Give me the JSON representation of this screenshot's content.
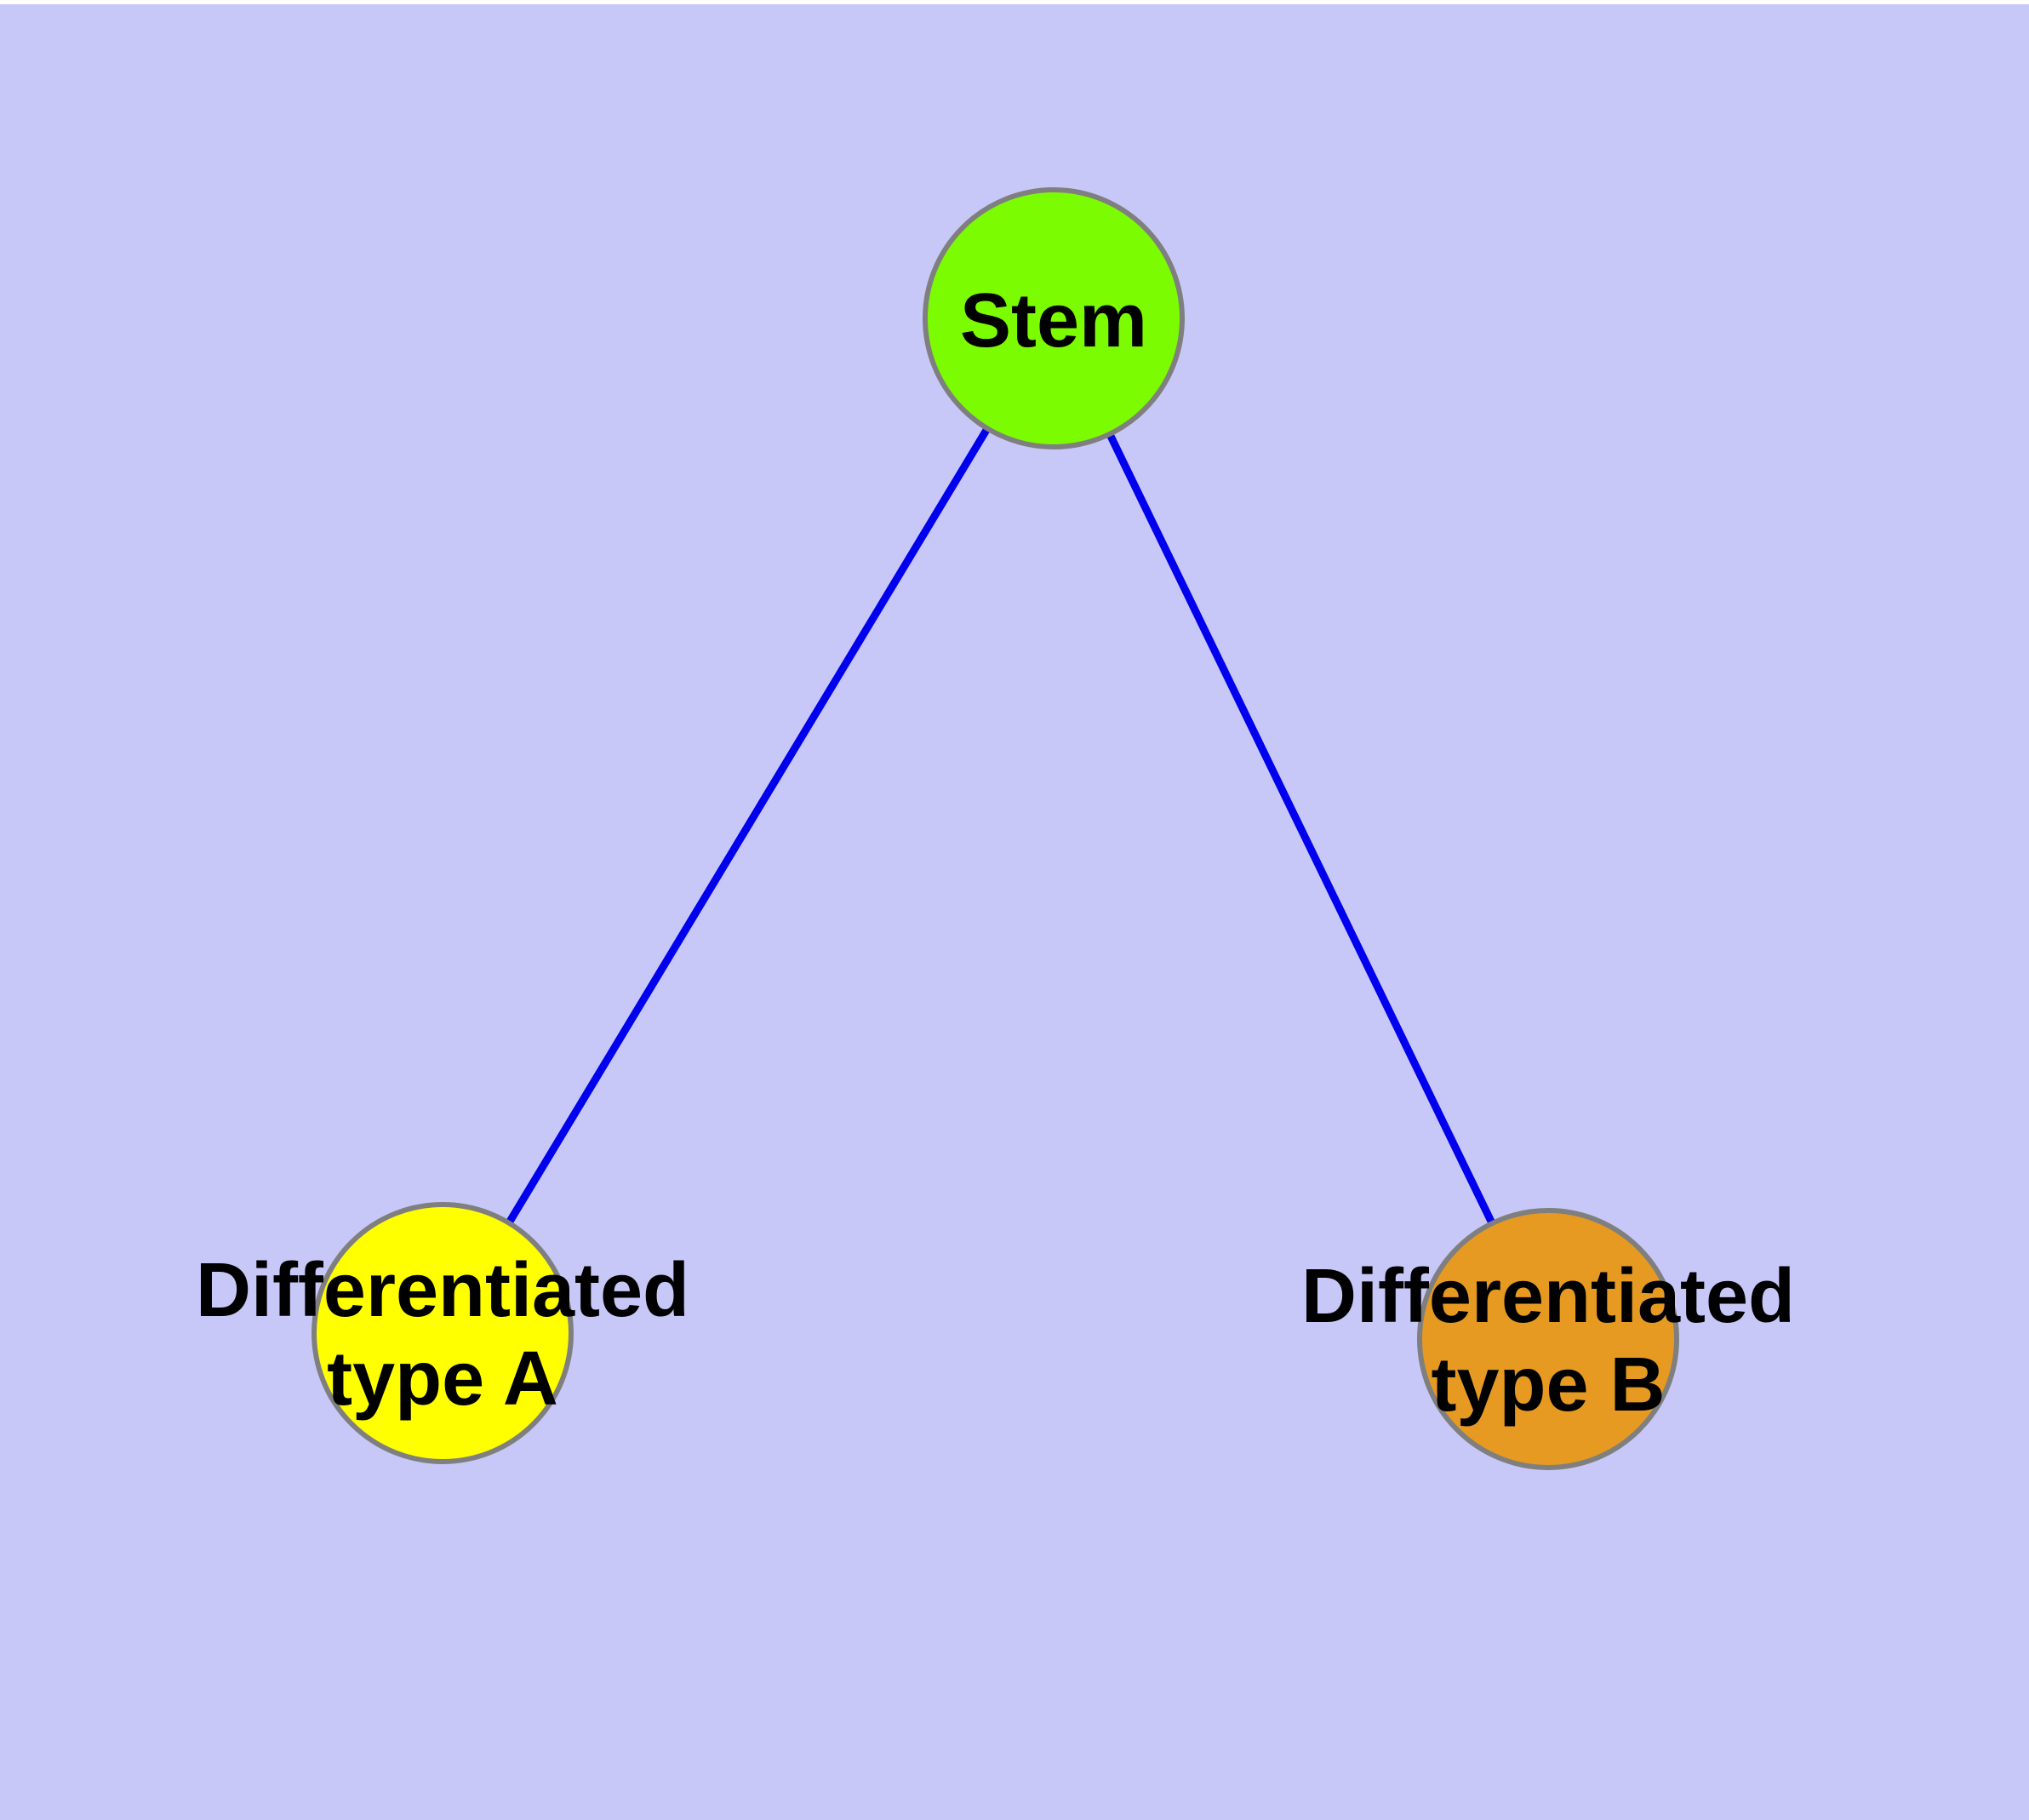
{
  "diagram": {
    "type": "graph",
    "background_color": "#C8C8F8",
    "top_border_color": "#FFFFFF",
    "edge_color": "#0000EE",
    "node_border_color": "#7F7F7F",
    "label_color": "#000000",
    "nodes": [
      {
        "id": "stem",
        "label": "Stem",
        "line1": "Stem",
        "fill": "#7CFC00"
      },
      {
        "id": "differentiated-type-a",
        "label": "Differentiated type A",
        "line1": "Differentiated",
        "line2": "type A",
        "fill": "#FFFF00"
      },
      {
        "id": "differentiated-type-b",
        "label": "Differentiated type B",
        "line1": "Differentiated",
        "line2": "type B",
        "fill": "#E69A22"
      }
    ],
    "edges": [
      {
        "from": "stem",
        "to": "differentiated-type-a"
      },
      {
        "from": "stem",
        "to": "differentiated-type-b"
      }
    ]
  }
}
